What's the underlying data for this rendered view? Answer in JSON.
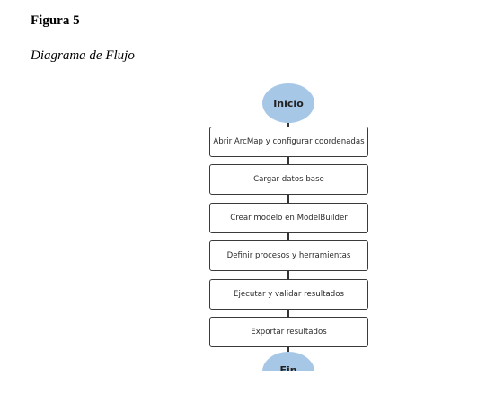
{
  "figure": {
    "number_label": "Figura 5",
    "title": "Diagrama de Flujo"
  },
  "flowchart": {
    "start": "Inicio",
    "steps": [
      "Abrir ArcMap y configurar coordenadas",
      "Cargar datos base",
      "Crear modelo en ModelBuilder",
      "Definir procesos y herramientas",
      "Ejecutar y validar resultados",
      "Exportar resultados"
    ],
    "end": "Fin",
    "colors": {
      "terminal_fill": "#a7c7e7",
      "box_border": "#3a3a3a",
      "connector": "#333333"
    }
  }
}
